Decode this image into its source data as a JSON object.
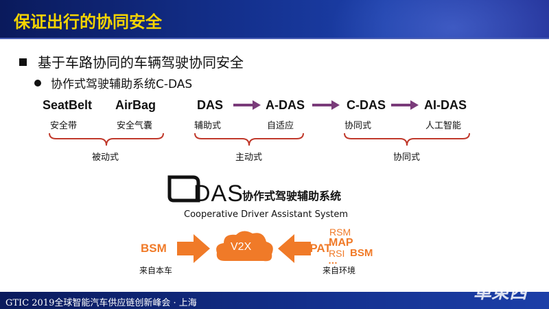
{
  "header": {
    "title": "保证出行的协同安全"
  },
  "bullets": {
    "level1": "基于车路协同的车辆驾驶协同安全",
    "level2": "协作式驾驶辅助系统C-DAS"
  },
  "stages": [
    {
      "en": "SeatBelt",
      "cn": "安全带"
    },
    {
      "en": "AirBag",
      "cn": "安全气囊"
    },
    {
      "en": "DAS",
      "cn": "辅助式"
    },
    {
      "en": "A-DAS",
      "cn": "自适应"
    },
    {
      "en": "C-DAS",
      "cn": "协同式"
    },
    {
      "en": "AI-DAS",
      "cn": "人工智能"
    }
  ],
  "groups": {
    "passive": "被动式",
    "active": "主动式",
    "cooperative": "协同式"
  },
  "cdas": {
    "logo_text": "DAS",
    "cn": "协作式驾驶辅助系统",
    "en": "Cooperative Driver Assistant System"
  },
  "flow": {
    "left": "BSM",
    "left_caption": "来自本车",
    "center": "V2X",
    "right_items": [
      "RSM",
      "SPAT",
      "MAP",
      "RSI",
      "BSM",
      "…"
    ],
    "right_caption": "来自环境"
  },
  "footer": {
    "text": "GTIC 2019全球智能汽车供应链创新峰会 · 上海",
    "watermark": "車東西"
  },
  "colors": {
    "title": "#f5d400",
    "header_bg": "#14318f",
    "arrow": "#7a3b7a",
    "brace": "#c0392b",
    "orange": "#f07a28"
  }
}
